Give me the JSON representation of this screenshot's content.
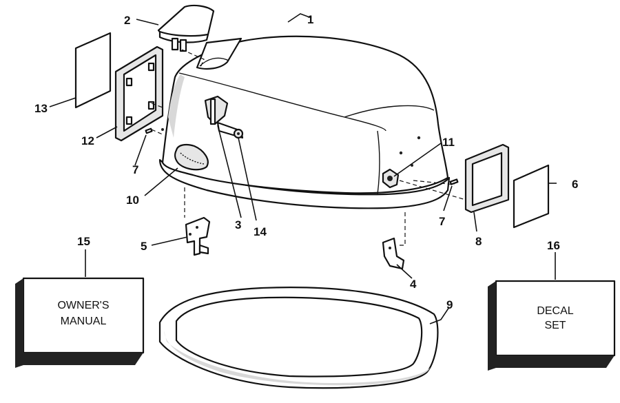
{
  "callouts": {
    "c1": "1",
    "c2": "2",
    "c3": "3",
    "c4": "4",
    "c5": "5",
    "c6": "6",
    "c7a": "7",
    "c7b": "7",
    "c8": "8",
    "c9": "9",
    "c10": "10",
    "c11": "11",
    "c12": "12",
    "c13": "13",
    "c14": "14",
    "c15": "15",
    "c16": "16"
  },
  "boxes": {
    "manual_line1": "OWNER'S",
    "manual_line2": "MANUAL",
    "decal_line1": "DECAL",
    "decal_line2": "SET"
  }
}
